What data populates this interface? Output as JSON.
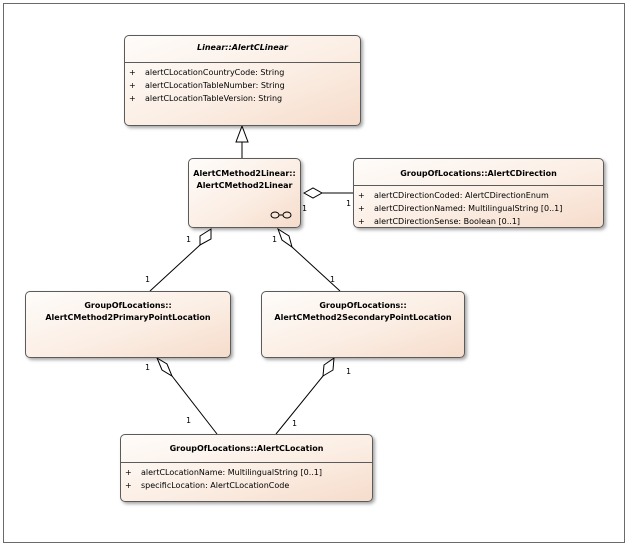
{
  "classes": {
    "linear": {
      "title": "Linear::AlertCLinear",
      "attributes": [
        {
          "vis": "+",
          "text": "alertCLocationCountryCode: String"
        },
        {
          "vis": "+",
          "text": "alertCLocationTableNumber: String"
        },
        {
          "vis": "+",
          "text": "alertCLocationTableVersion: String"
        }
      ]
    },
    "method2": {
      "title_line1": "AlertCMethod2Linear::",
      "title_line2": "AlertCMethod2Linear"
    },
    "direction": {
      "title": "GroupOfLocations::AlertCDirection",
      "attributes": [
        {
          "vis": "+",
          "text": "alertCDirectionCoded: AlertCDirectionEnum"
        },
        {
          "vis": "+",
          "text": "alertCDirectionNamed: MultilingualString [0..1]"
        },
        {
          "vis": "+",
          "text": "alertCDirectionSense: Boolean [0..1]"
        }
      ]
    },
    "primary": {
      "title_line1": "GroupOfLocations::",
      "title_line2": "AlertCMethod2PrimaryPointLocation"
    },
    "secondary": {
      "title_line1": "GroupOfLocations::",
      "title_line2": "AlertCMethod2SecondaryPointLocation"
    },
    "location": {
      "title": "GroupOfLocations::AlertCLocation",
      "attributes": [
        {
          "vis": "+",
          "text": "alertCLocationName: MultilingualString [0..1]"
        },
        {
          "vis": "+",
          "text": "specificLocation: AlertCLocationCode"
        }
      ]
    }
  },
  "multiplicities": {
    "m2_dir_source": "1",
    "m2_dir_target": "1",
    "m2_primary_source": "1",
    "m2_primary_target": "1",
    "m2_secondary_source": "1",
    "m2_secondary_target": "1",
    "primary_location_source": "1",
    "primary_location_target": "1",
    "secondary_location_source": "1",
    "secondary_location_target": "1"
  }
}
